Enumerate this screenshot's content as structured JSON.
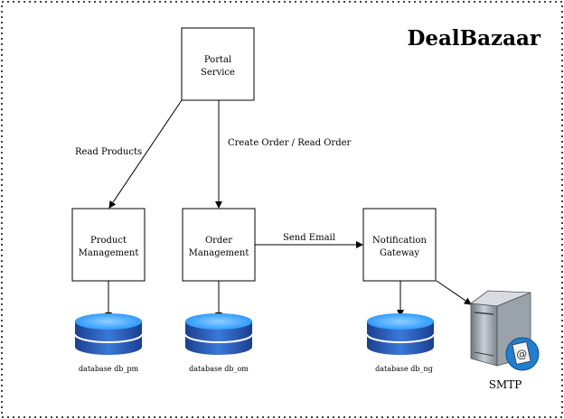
{
  "title": "DealBazaar",
  "nodes": {
    "portal": [
      "Portal",
      "Service"
    ],
    "product": [
      "Product",
      "Management"
    ],
    "order": [
      "Order",
      "Management"
    ],
    "notification": [
      "Notification",
      "Gateway"
    ]
  },
  "edges": {
    "read_products": "Read Products",
    "create_order": "Create Order / Read Order",
    "send_email": "Send Email"
  },
  "databases": {
    "pm": "database db_pm",
    "om": "database db_om",
    "ng": "database db_ng"
  },
  "smtp": {
    "label": "SMTP",
    "icon": "mail-server-icon"
  },
  "colors": {
    "db_top": "#1e90ff",
    "db_body": "#1f4fa8",
    "border": "#000000"
  }
}
